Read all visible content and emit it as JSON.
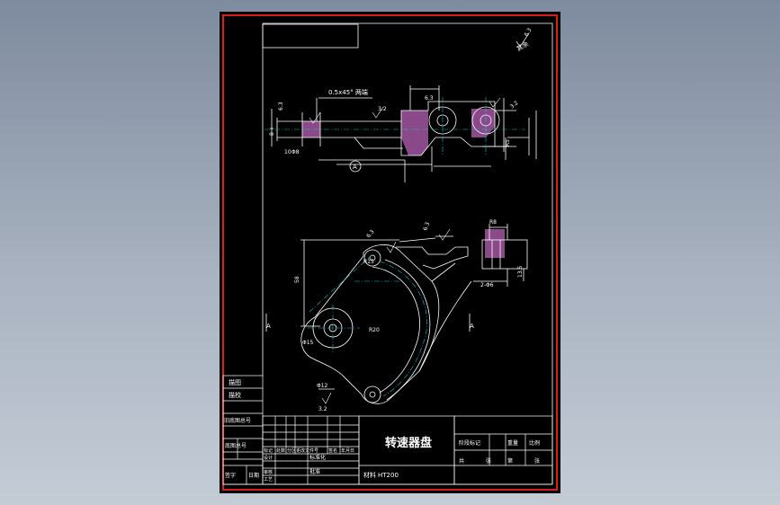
{
  "colors": {
    "background": "#000000",
    "border": "#d81e1e",
    "line": "#ffffff",
    "centerline": "#00c8c8",
    "section_hatch": "#8a4a8a",
    "dimension": "#ffffff"
  },
  "title_block": {
    "part_name": "转速器盘",
    "material_label": "材料",
    "material_value": "HT200",
    "left_column": [
      "描图",
      "描校",
      "旧底图总号",
      "底图总号",
      "签字",
      "日期"
    ],
    "revision_header": [
      "标记",
      "处数",
      "分区",
      "更改文件号",
      "签名",
      "年月日"
    ],
    "sign_rows": [
      "设计",
      "审核",
      "工艺"
    ],
    "standardize_label": "标准化",
    "approve_label": "批准",
    "stage_header": [
      "阶段标记",
      "重量",
      "比例"
    ],
    "sheet_row": [
      "共",
      "张",
      "第",
      "张"
    ]
  },
  "roughness_note": {
    "label": "其余",
    "value": "6.3"
  },
  "top_view": {
    "chamfer_note": "0.5x45° 两端",
    "roughness_values": [
      "6.3",
      "3.2",
      "6.3",
      "3.2"
    ],
    "dims": [
      "8",
      "10",
      "Φ8",
      "R5"
    ],
    "datum_label": "A"
  },
  "front_view": {
    "roughness_values": [
      "6.3",
      "3.2",
      "6.3"
    ],
    "dims": [
      "R15",
      "R20",
      "Φ15",
      "58",
      "Φ12",
      "2-Φ6",
      "13.5",
      "R8"
    ]
  },
  "section_mark": "A"
}
